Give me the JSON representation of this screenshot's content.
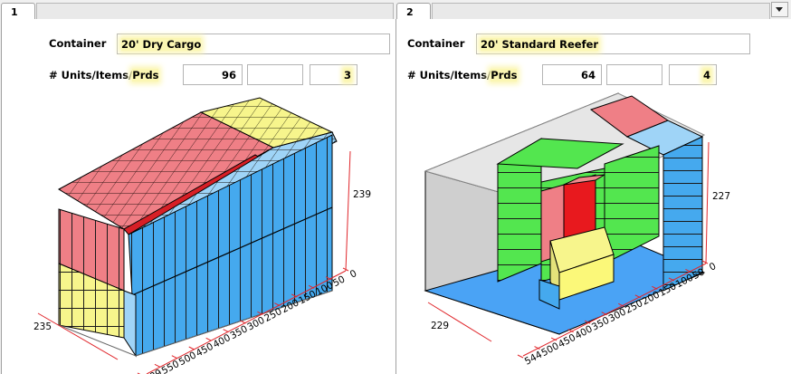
{
  "tabs": [
    {
      "label": "1"
    },
    {
      "label": "2"
    }
  ],
  "panels": [
    {
      "container_label": "Container",
      "container_value": "20' Dry Cargo",
      "units_label_prefix": "# Units/Items/",
      "units_label_suffix": "Prds",
      "units": "96",
      "items": "",
      "prds": "3",
      "axis": {
        "height": "239",
        "width": "235",
        "length_ticks": [
          "0",
          "50",
          "100",
          "150",
          "200",
          "250",
          "300",
          "350",
          "400",
          "450",
          "500",
          "550",
          "589"
        ]
      }
    },
    {
      "container_label": "Container",
      "container_value": "20' Standard Reefer",
      "units_label_prefix": "# Units/Items/",
      "units_label_suffix": "Prds",
      "units": "64",
      "items": "",
      "prds": "4",
      "axis": {
        "height": "227",
        "width": "229",
        "length_ticks": [
          "0",
          "50",
          "100",
          "150",
          "200",
          "250",
          "300",
          "350",
          "400",
          "450",
          "500",
          "544"
        ]
      }
    }
  ],
  "colors": {
    "product_red": "#ef7f86",
    "product_yellow": "#f7f58c",
    "product_blue": "#45a9ee",
    "product_green": "#53e64f",
    "axis_red": "#e0262b",
    "container_gray": "#cfcfcf",
    "floor_blue": "#4aa3f5"
  }
}
